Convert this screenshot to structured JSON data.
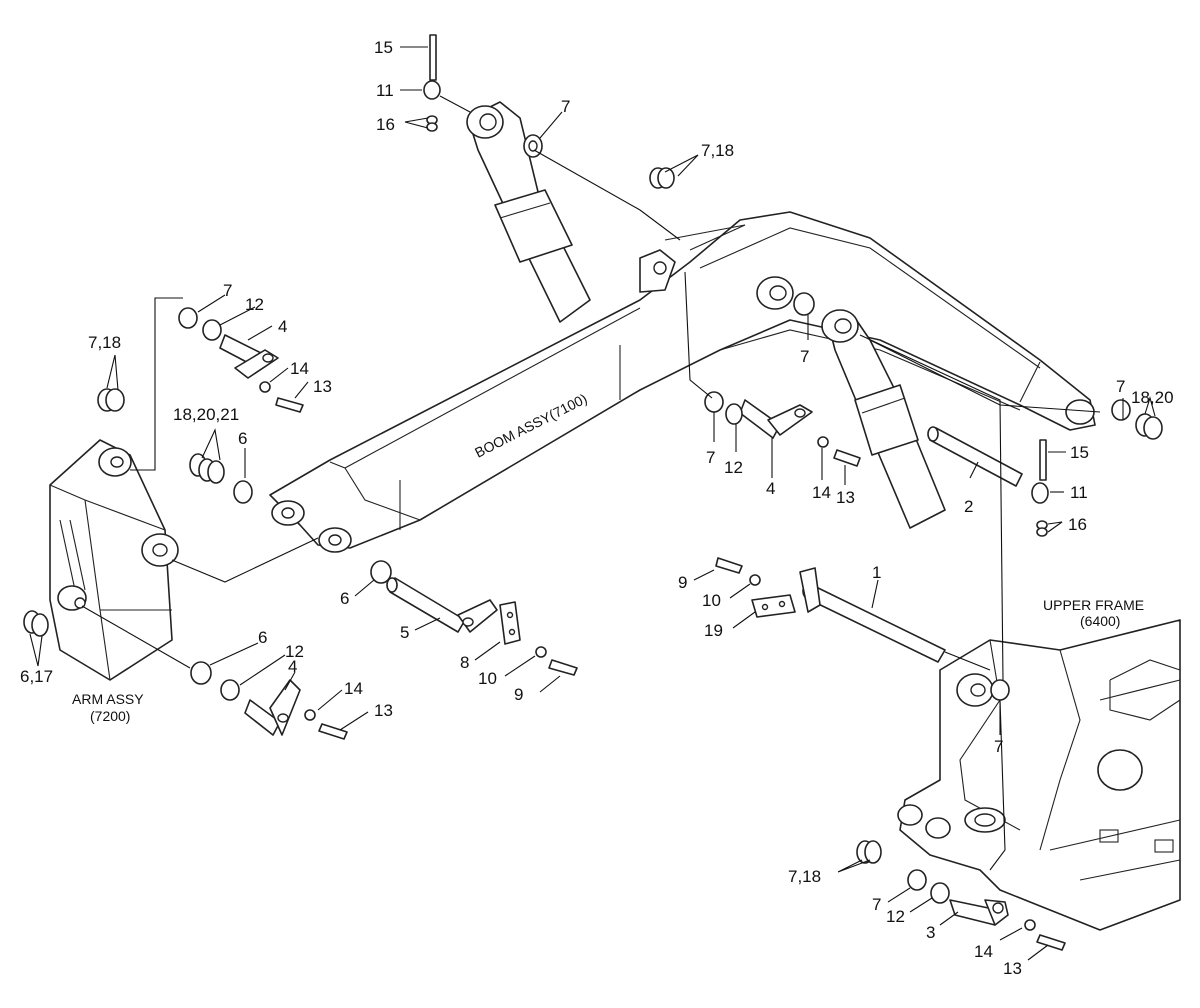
{
  "assemblies": {
    "boom": "BOOM ASSY(7100)",
    "arm_name": "ARM ASSY",
    "arm_code": "(7200)",
    "frame_name": "UPPER FRAME",
    "frame_code": "(6400)"
  },
  "callouts": [
    "15",
    "11",
    "16",
    "7",
    "7,18",
    "7,18",
    "7",
    "12",
    "4",
    "14",
    "13",
    "18,20,21",
    "6",
    "7",
    "7",
    "12",
    "4",
    "14",
    "13",
    "7",
    "18,20",
    "15",
    "2",
    "11",
    "16",
    "1",
    "9",
    "10",
    "19",
    "6",
    "5",
    "8",
    "10",
    "9",
    "6",
    "12",
    "4",
    "14",
    "13",
    "6,17",
    "7",
    "7,18",
    "7",
    "12",
    "3",
    "14",
    "13"
  ]
}
